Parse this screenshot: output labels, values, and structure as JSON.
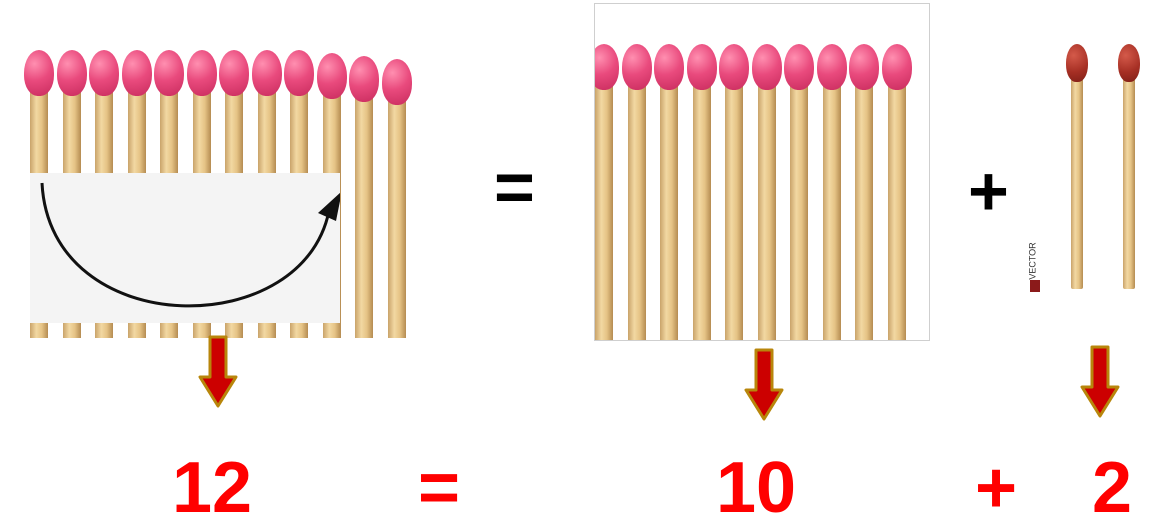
{
  "equation_top": {
    "equals_symbol": "=",
    "plus_symbol": "+"
  },
  "equation_bottom": {
    "left_value": "12",
    "equals_symbol": "=",
    "middle_value": "10",
    "plus_symbol": "+",
    "right_value": "2"
  },
  "watermark": {
    "text": "VECTOR"
  },
  "counts": {
    "matches_left_panel": 12,
    "matches_middle_panel": 10,
    "matches_right_panel": 2
  },
  "colors": {
    "number_red": "#ff0000",
    "arrow_fill": "#cc0000",
    "arrow_outline": "#b8860b",
    "match_head_pink": "#e94a7d",
    "match_head_dark": "#a62f24",
    "match_stick": "#f2d8a2"
  }
}
